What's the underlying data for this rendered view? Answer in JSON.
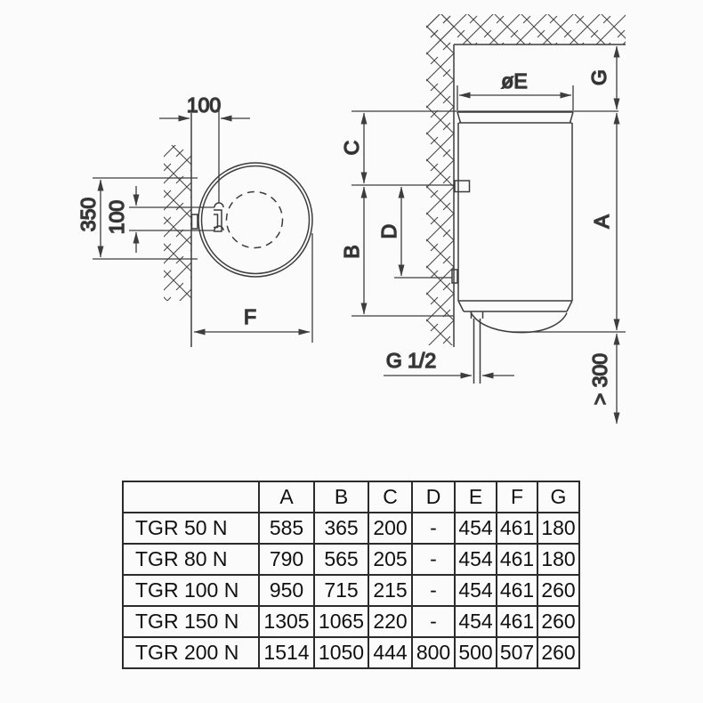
{
  "drawing": {
    "top_view": {
      "wall_offset": "100",
      "rail_height": "350",
      "hook_spacing": "100",
      "depth": "F"
    },
    "side_view": {
      "diameter": "øE",
      "ceiling_gap": "G",
      "top_to_hanger": "C",
      "hanger_spacing": "D",
      "hanger_to_bottom": "B",
      "total_height": "A",
      "pipe_thread": "G 1/2",
      "floor_clearance": "> 300"
    }
  },
  "table": {
    "headers": [
      "",
      "A",
      "B",
      "C",
      "D",
      "E",
      "F",
      "G"
    ],
    "rows": [
      [
        "TGR 50 N",
        "585",
        "365",
        "200",
        "-",
        "454",
        "461",
        "180"
      ],
      [
        "TGR 80 N",
        "790",
        "565",
        "205",
        "-",
        "454",
        "461",
        "180"
      ],
      [
        "TGR 100 N",
        "950",
        "715",
        "215",
        "-",
        "454",
        "461",
        "260"
      ],
      [
        "TGR 150 N",
        "1305",
        "1065",
        "220",
        "-",
        "454",
        "461",
        "260"
      ],
      [
        "TGR 200 N",
        "1514",
        "1050",
        "444",
        "800",
        "500",
        "507",
        "260"
      ]
    ]
  },
  "colors": {
    "line": "#3d3d3d",
    "text": "#1c1c1c",
    "background": "#fbfbfb"
  }
}
